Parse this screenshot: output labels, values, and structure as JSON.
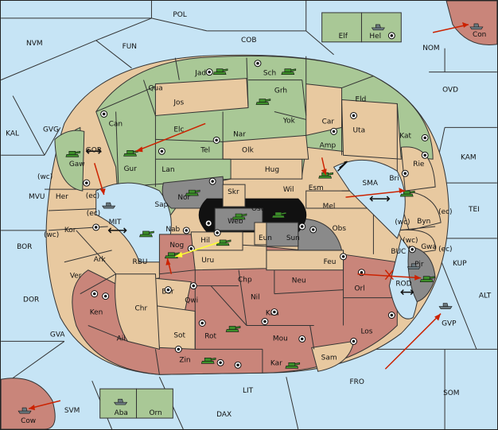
{
  "map": {
    "provinces": [
      {
        "id": "POL",
        "label": "POL"
      },
      {
        "id": "NVM",
        "label": "NVM"
      },
      {
        "id": "FUN",
        "label": "FUN"
      },
      {
        "id": "COB",
        "label": "COB"
      },
      {
        "id": "Elf",
        "label": "Elf"
      },
      {
        "id": "Hel",
        "label": "Hel"
      },
      {
        "id": "Con",
        "label": "Con"
      },
      {
        "id": "NOM",
        "label": "NOM"
      },
      {
        "id": "OVD",
        "label": "OVD"
      },
      {
        "id": "KAL",
        "label": "KAL"
      },
      {
        "id": "GVG",
        "label": "GVG"
      },
      {
        "id": "KAM",
        "label": "KAM"
      },
      {
        "id": "TEI",
        "label": "TEI"
      },
      {
        "id": "MVU",
        "label": "MVU"
      },
      {
        "id": "BOR",
        "label": "BOR"
      },
      {
        "id": "DOR",
        "label": "DOR"
      },
      {
        "id": "KUP",
        "label": "KUP"
      },
      {
        "id": "ALT",
        "label": "ALT"
      },
      {
        "id": "GVA",
        "label": "GVA"
      },
      {
        "id": "FRO",
        "label": "FRO"
      },
      {
        "id": "SOM",
        "label": "SOM"
      },
      {
        "id": "SVM",
        "label": "SVM"
      },
      {
        "id": "LIT",
        "label": "LIT"
      },
      {
        "id": "DAX",
        "label": "DAX"
      },
      {
        "id": "Cow",
        "label": "Cow"
      },
      {
        "id": "Aba",
        "label": "Aba"
      },
      {
        "id": "Orn",
        "label": "Orn"
      },
      {
        "id": "Jad",
        "label": "Jad"
      },
      {
        "id": "Sch",
        "label": "Sch"
      },
      {
        "id": "Qua",
        "label": "Qua"
      },
      {
        "id": "Jos",
        "label": "Jos"
      },
      {
        "id": "Grh",
        "label": "Grh"
      },
      {
        "id": "Eld",
        "label": "Eld"
      },
      {
        "id": "Can",
        "label": "Can"
      },
      {
        "id": "Yok",
        "label": "Yok"
      },
      {
        "id": "Car",
        "label": "Car"
      },
      {
        "id": "Elc",
        "label": "Elc"
      },
      {
        "id": "Nar",
        "label": "Nar"
      },
      {
        "id": "Uta",
        "label": "Uta"
      },
      {
        "id": "Kat",
        "label": "Kat"
      },
      {
        "id": "GOR",
        "label": "GOR"
      },
      {
        "id": "Gaw",
        "label": "Gaw"
      },
      {
        "id": "Gur",
        "label": "Gur"
      },
      {
        "id": "Tel",
        "label": "Tel"
      },
      {
        "id": "Olk",
        "label": "Olk"
      },
      {
        "id": "Amp",
        "label": "Amp"
      },
      {
        "id": "Lan",
        "label": "Lan"
      },
      {
        "id": "Hug",
        "label": "Hug"
      },
      {
        "id": "Rie",
        "label": "Rie"
      },
      {
        "id": "Esm",
        "label": "Esm"
      },
      {
        "id": "Bri",
        "label": "Bri"
      },
      {
        "id": "Her",
        "label": "Her"
      },
      {
        "id": "Nor",
        "label": "Nor"
      },
      {
        "id": "Wil",
        "label": "Wil"
      },
      {
        "id": "SMA",
        "label": "SMA"
      },
      {
        "id": "Skr",
        "label": "Skr"
      },
      {
        "id": "Sap",
        "label": "Sap"
      },
      {
        "id": "Ost",
        "label": "Ost"
      },
      {
        "id": "Mel",
        "label": "Mel"
      },
      {
        "id": "Web",
        "label": "Web"
      },
      {
        "id": "Byn",
        "label": "Byn"
      },
      {
        "id": "MIT",
        "label": "MIT"
      },
      {
        "id": "Kor",
        "label": "Kor"
      },
      {
        "id": "Obs",
        "label": "Obs"
      },
      {
        "id": "Nab",
        "label": "Nab"
      },
      {
        "id": "Eun",
        "label": "Eun"
      },
      {
        "id": "Sun",
        "label": "Sun"
      },
      {
        "id": "Gwa",
        "label": "Gwa"
      },
      {
        "id": "Hil",
        "label": "Hil"
      },
      {
        "id": "Ark",
        "label": "Ark"
      },
      {
        "id": "BUC",
        "label": "BUC"
      },
      {
        "id": "RBU",
        "label": "RBU"
      },
      {
        "id": "Nog",
        "label": "Nog"
      },
      {
        "id": "Feu",
        "label": "Feu"
      },
      {
        "id": "Pir",
        "label": "Pir"
      },
      {
        "id": "Uru",
        "label": "Uru"
      },
      {
        "id": "Ver",
        "label": "Ver"
      },
      {
        "id": "Chp",
        "label": "Chp"
      },
      {
        "id": "Neu",
        "label": "Neu"
      },
      {
        "id": "Orl",
        "label": "Orl"
      },
      {
        "id": "ROD",
        "label": "ROD"
      },
      {
        "id": "Bar",
        "label": "Bar"
      },
      {
        "id": "Nil",
        "label": "Nil"
      },
      {
        "id": "Qwi",
        "label": "Qwi"
      },
      {
        "id": "Chr",
        "label": "Chr"
      },
      {
        "id": "Ken",
        "label": "Ken"
      },
      {
        "id": "Kaa",
        "label": "Kaa"
      },
      {
        "id": "GVP",
        "label": "GVP"
      },
      {
        "id": "Sot",
        "label": "Sot"
      },
      {
        "id": "Los",
        "label": "Los"
      },
      {
        "id": "Ail",
        "label": "Ail"
      },
      {
        "id": "Rot",
        "label": "Rot"
      },
      {
        "id": "Mou",
        "label": "Mou"
      },
      {
        "id": "Sam",
        "label": "Sam"
      },
      {
        "id": "Zin",
        "label": "Zin"
      },
      {
        "id": "Kar",
        "label": "Kar"
      }
    ],
    "coast_labels": [
      {
        "id": "wc1",
        "label": "(wc)"
      },
      {
        "id": "ec1",
        "label": "(ec)"
      },
      {
        "id": "ec2",
        "label": "(ec)"
      },
      {
        "id": "wc2",
        "label": "(wc)"
      },
      {
        "id": "ec3",
        "label": "(ec)"
      },
      {
        "id": "wc3",
        "label": "(wc)"
      },
      {
        "id": "wc4",
        "label": "(wc)"
      },
      {
        "id": "ec4",
        "label": "(ec)"
      }
    ],
    "colors": {
      "water": "#c6e4f5",
      "green": "#a9c896",
      "tan": "#e8c9a0",
      "red": "#c9857a",
      "grey": "#8a8a8a",
      "arrow_red": "#cc2200",
      "arrow_yellow": "#ffff33"
    },
    "units": [
      {
        "id": "Con",
        "type": "fleet"
      },
      {
        "id": "Hel",
        "type": "fleet"
      },
      {
        "id": "Jad",
        "type": "army"
      },
      {
        "id": "Sch",
        "type": "army"
      },
      {
        "id": "Grh",
        "type": "army"
      },
      {
        "id": "GOR",
        "type": "army"
      },
      {
        "id": "Gur",
        "type": "army"
      },
      {
        "id": "MIT",
        "type": "fleet"
      },
      {
        "id": "Esm",
        "type": "army"
      },
      {
        "id": "Bri",
        "type": "army"
      },
      {
        "id": "Nor",
        "type": "army"
      },
      {
        "id": "Web",
        "type": "army"
      },
      {
        "id": "Sun",
        "type": "army"
      },
      {
        "id": "Nab",
        "type": "army"
      },
      {
        "id": "Hil",
        "type": "army"
      },
      {
        "id": "Nog",
        "type": "army"
      },
      {
        "id": "ROD",
        "type": "army"
      },
      {
        "id": "Pir",
        "type": "fleet"
      },
      {
        "id": "Rot",
        "type": "army"
      },
      {
        "id": "Zin",
        "type": "army"
      },
      {
        "id": "Kar",
        "type": "army"
      },
      {
        "id": "Aba",
        "type": "fleet"
      },
      {
        "id": "Cow",
        "type": "fleet"
      },
      {
        "id": "GVP",
        "type": "fleet"
      }
    ],
    "supply_centers": [
      "Hel",
      "Jad",
      "Sch",
      "Can",
      "Gur",
      "Nor",
      "Web",
      "Nab",
      "Nog",
      "Kor",
      "Her",
      "Kat",
      "Rie",
      "Bri",
      "Gwa",
      "Uta",
      "Tel",
      "Sun",
      "Hil",
      "Orl",
      "Los",
      "Ken",
      "Ver",
      "Qwi",
      "Rot",
      "Bar",
      "Mou",
      "Sot",
      "Kaa",
      "Zin",
      "Kar",
      "Sam",
      "Amp",
      "Nil",
      "Obs",
      "Feu"
    ]
  }
}
